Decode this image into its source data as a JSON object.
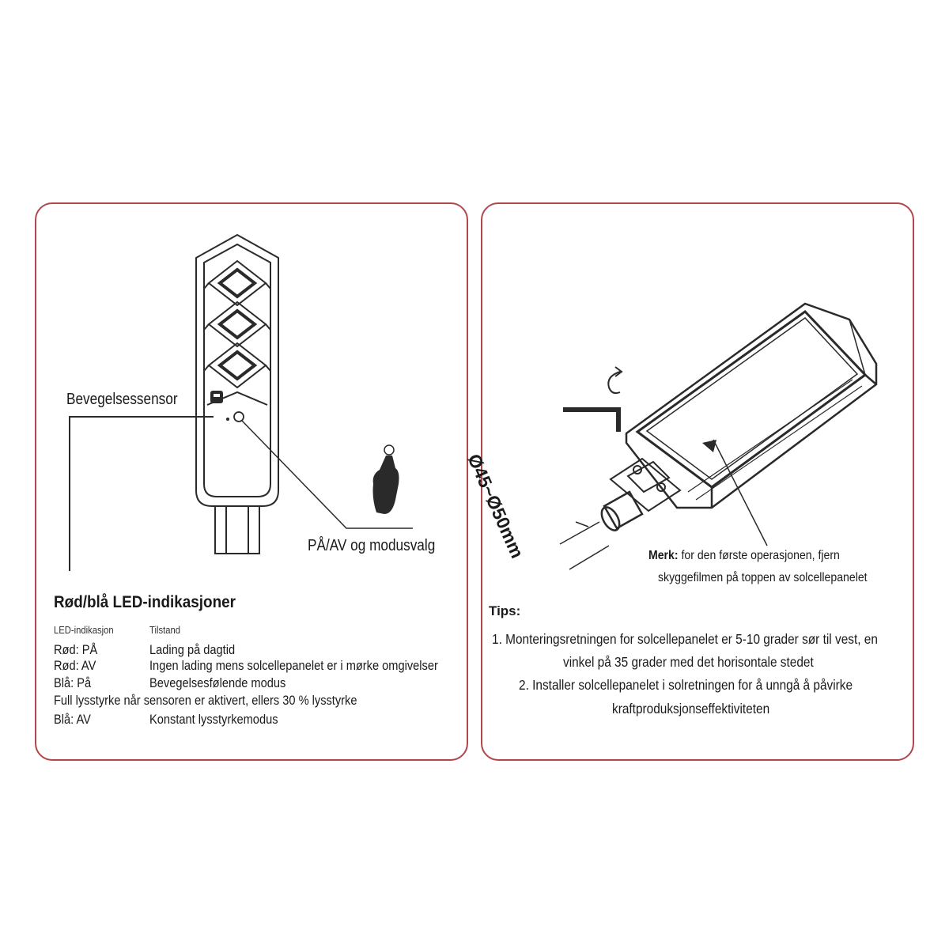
{
  "left_panel": {
    "sensor_label": "Bevegelsessensor",
    "switch_label": "PÅ/AV og modusvalg",
    "led_heading": "Rød/blå LED-indikasjoner",
    "table_header": {
      "col1": "LED-indikasjon",
      "col2": "Tilstand"
    },
    "rows": [
      {
        "indication": "Rød: PÅ",
        "state": "Lading på dagtid"
      },
      {
        "indication": "Rød: AV",
        "state": "Ingen lading mens solcellepanelet er i mørke omgivelser"
      },
      {
        "indication": "Blå: På",
        "state": "Bevegelsesfølende modus"
      },
      {
        "note": "Full lysstyrke når sensoren er aktivert, ellers 30 % lysstyrke"
      },
      {
        "indication": "Blå: AV",
        "state": "Konstant lysstyrkemodus"
      }
    ]
  },
  "right_panel": {
    "diameter_label": "Ø45~Ø50mm",
    "note_bold": "Merk:",
    "note_line1": "for den første operasjonen, fjern",
    "note_line2": "skyggefilmen på toppen av solcellepanelet",
    "tips_heading": "Tips:",
    "tips_lines": [
      "1. Monteringsretningen for solcellepanelet er 5-10 grader sør til vest, en",
      "vinkel på 35 grader med det horisontale stedet",
      "2. Installer solcellepanelet i solretningen for å unngå å påvirke",
      "kraftproduksjonseffektiviteten"
    ]
  },
  "colors": {
    "border": "#b0474d",
    "line": "#2a2a2a"
  }
}
